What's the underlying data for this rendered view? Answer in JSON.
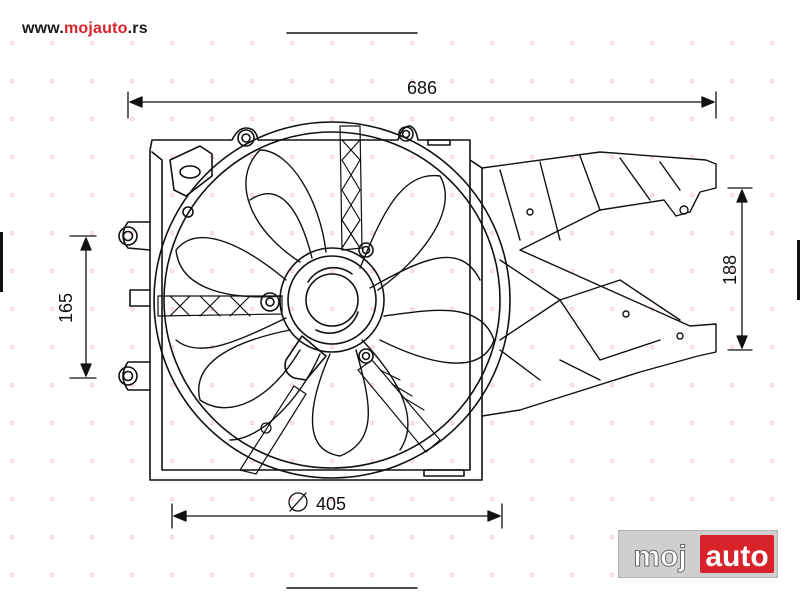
{
  "site": {
    "url_prefix": "www.",
    "url_brand": "mojauto",
    "url_suffix": ".rs"
  },
  "dimensions": {
    "overall_width": "686",
    "bracket_height": "188",
    "mount_spacing": "165",
    "fan_diameter": "405"
  },
  "logo": {
    "part1": "moj",
    "part2": "auto"
  },
  "colors": {
    "brand_red": "#d8232a",
    "line": "#111111",
    "watermark": "#f2b4b4"
  }
}
